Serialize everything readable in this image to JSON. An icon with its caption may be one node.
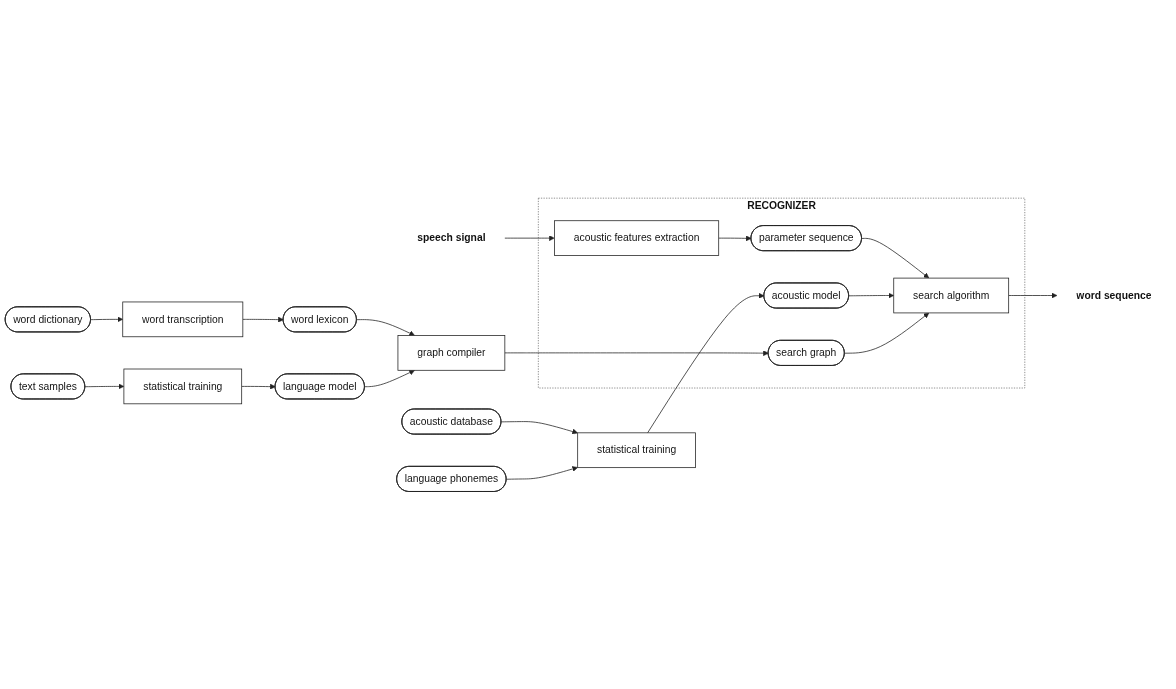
{
  "diagram": {
    "nodes": [
      {
        "text": [
          "RECOGNIZER"
        ]
      },
      {
        "text": [
          "speech signal"
        ]
      },
      {
        "text": [
          "acoustic features extraction"
        ],
        "in": 0
      },
      {
        "text": [
          "parameter sequence"
        ],
        "in": 0
      },
      {
        "text": [
          "search algorithm"
        ],
        "in": 0
      },
      {
        "text": [
          "word sequence"
        ]
      },
      {
        "text": [
          "acoustic database"
        ]
      },
      {
        "text": [
          "statistical training"
        ]
      },
      {
        "text": [
          "acoustic model"
        ],
        "in": 0
      },
      {
        "text": [
          "language phonemes"
        ]
      },
      {
        "text": [
          "search graph"
        ],
        "in": 0
      },
      {
        "text": [
          "word dictionary"
        ]
      },
      {
        "text": [
          "word transcription"
        ]
      },
      {
        "text": [
          "word lexicon"
        ]
      },
      {
        "text": [
          "graph compiler"
        ]
      },
      {
        "text": [
          "text samples"
        ]
      },
      {
        "text": [
          "statistical training"
        ]
      },
      {
        "text": [
          "language model"
        ]
      }
    ],
    "edges": [
      {
        "from": 1,
        "to": 2,
        "arrow": "to"
      },
      {
        "from": 2,
        "to": 3,
        "arrow": "to"
      },
      {
        "from": 3,
        "to": 4,
        "arrow": "to"
      },
      {
        "from": 4,
        "to": 5,
        "arrow": "to"
      },
      {
        "from": 6,
        "to": 7,
        "arrow": "to"
      },
      {
        "from": 9,
        "to": 7,
        "arrow": "to"
      },
      {
        "from": 7,
        "to": 8,
        "arrow": "to"
      },
      {
        "from": 8,
        "to": 4,
        "arrow": "to"
      },
      {
        "from": 10,
        "to": 4,
        "arrow": "to"
      },
      {
        "from": 11,
        "to": 12,
        "arrow": "to"
      },
      {
        "from": 12,
        "to": 13,
        "arrow": "to"
      },
      {
        "from": 13,
        "to": 14,
        "arrow": "to"
      },
      {
        "from": 14,
        "to": 10,
        "arrow": "to"
      },
      {
        "from": 15,
        "to": 16,
        "arrow": "to"
      },
      {
        "from": 16,
        "to": 17,
        "arrow": "to"
      },
      {
        "from": 17,
        "to": 14,
        "arrow": "to"
      }
    ]
  }
}
